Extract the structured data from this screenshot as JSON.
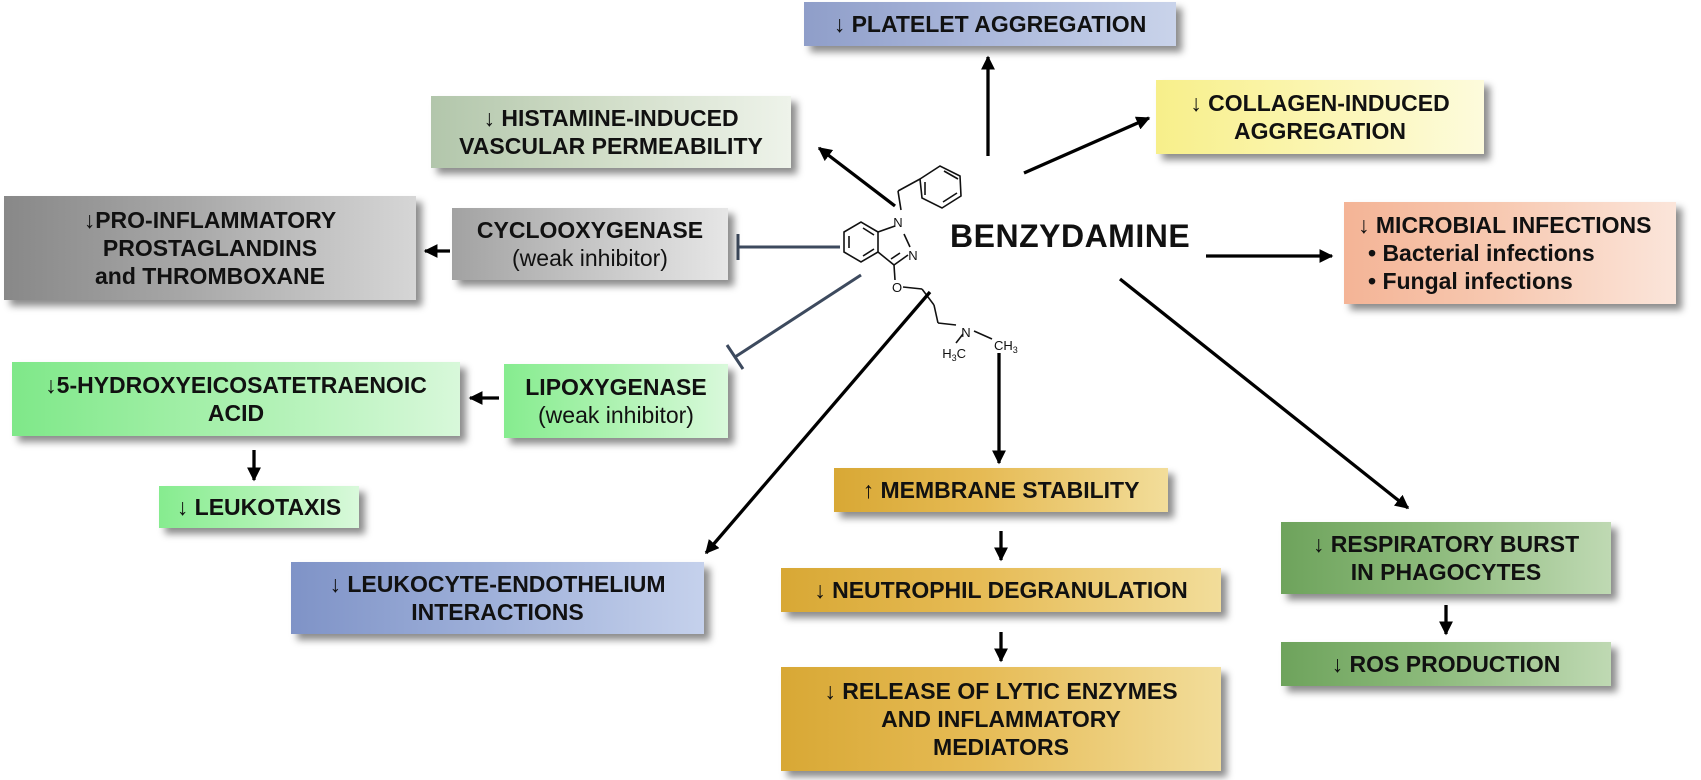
{
  "center": {
    "drug": "BENZYDAMINE"
  },
  "structure": {
    "atom_N1": "N",
    "atom_N2": "N",
    "atom_O": "O",
    "atom_N": "N",
    "atom_H3C": "H",
    "atom_H3C_sub": "3",
    "atom_H3C_c": "C",
    "atom_CH3": "CH",
    "atom_CH3_sub": "3"
  },
  "boxes": {
    "platelet": {
      "lines": [
        "↓ PLATELET AGGREGATION"
      ]
    },
    "histamine": {
      "lines": [
        "↓ HISTAMINE-INDUCED",
        "VASCULAR PERMEABILITY"
      ]
    },
    "collagen": {
      "lines": [
        "↓ COLLAGEN-INDUCED",
        "AGGREGATION"
      ]
    },
    "prostaglandins": {
      "lines": [
        "↓PRO-INFLAMMATORY",
        "PROSTAGLANDINS",
        "and THROMBOXANE"
      ]
    },
    "cyclooxygenase": {
      "lines": [
        "CYCLOOXYGENASE",
        "(weak inhibitor)"
      ]
    },
    "microbial": {
      "lines": [
        "↓ MICROBIAL INFECTIONS",
        "•     Bacterial infections",
        "•     Fungal infections"
      ]
    },
    "hete": {
      "lines": [
        "↓5-HYDROXYEICOSATETRAENOIC",
        "ACID"
      ]
    },
    "lipoxygenase": {
      "lines": [
        "LIPOXYGENASE",
        "(weak inhibitor)"
      ]
    },
    "leukotaxis": {
      "lines": [
        "↓ LEUKOTAXIS"
      ]
    },
    "membrane": {
      "lines": [
        "↑ MEMBRANE STABILITY"
      ]
    },
    "leukocyte": {
      "lines": [
        "↓ LEUKOCYTE-ENDOTHELIUM",
        "INTERACTIONS"
      ]
    },
    "neutrophil": {
      "lines": [
        "↓ NEUTROPHIL DEGRANULATION"
      ]
    },
    "respiratory": {
      "lines": [
        "↓ RESPIRATORY BURST",
        "IN PHAGOCYTES"
      ]
    },
    "lytic": {
      "lines": [
        "↓ RELEASE OF LYTIC ENZYMES",
        "AND INFLAMMATORY",
        "MEDIATORS"
      ]
    },
    "ros": {
      "lines": [
        "↓ ROS PRODUCTION"
      ]
    }
  },
  "colors": {
    "platelet": "#a7b4d6",
    "histamine": "#c9d9c0",
    "collagen": "#fbf5a8",
    "prostaglandins": "#a8a8a8",
    "cyclooxygenase": "#c0c0c0",
    "microbial": "#f7c9b0",
    "lipoxygenase_green": "#a8f4a8",
    "membrane": "#e3b54a",
    "leukocyte": "#99abd6",
    "respiratory": "#8cb878",
    "inhibition_line": "#3d4a5e"
  }
}
